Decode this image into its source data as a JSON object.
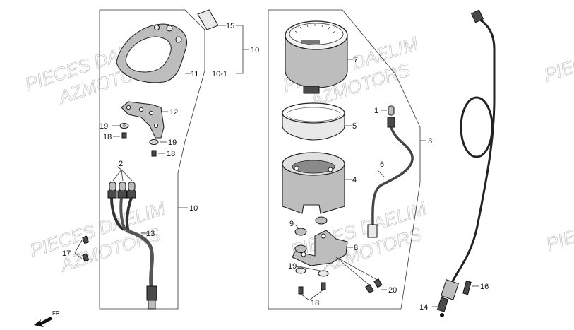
{
  "watermarks": [
    {
      "line1": "PIECES DAELIM",
      "line2": "AZMOTORS"
    }
  ],
  "callouts": {
    "c1": "1",
    "c2": "2",
    "c3": "3",
    "c4": "4",
    "c5": "5",
    "c6": "6",
    "c7": "7",
    "c8": "8",
    "c9": "9",
    "c10a": "10",
    "c10b": "10",
    "c10_1": "10-1",
    "c11": "11",
    "c12": "12",
    "c13": "13",
    "c14": "14",
    "c15": "15",
    "c16": "16",
    "c17": "17",
    "c18a": "18",
    "c18b": "18",
    "c18c": "18",
    "c19a": "19",
    "c19b": "19",
    "c19c": "19",
    "c20": "20"
  },
  "direction_label": "FR"
}
